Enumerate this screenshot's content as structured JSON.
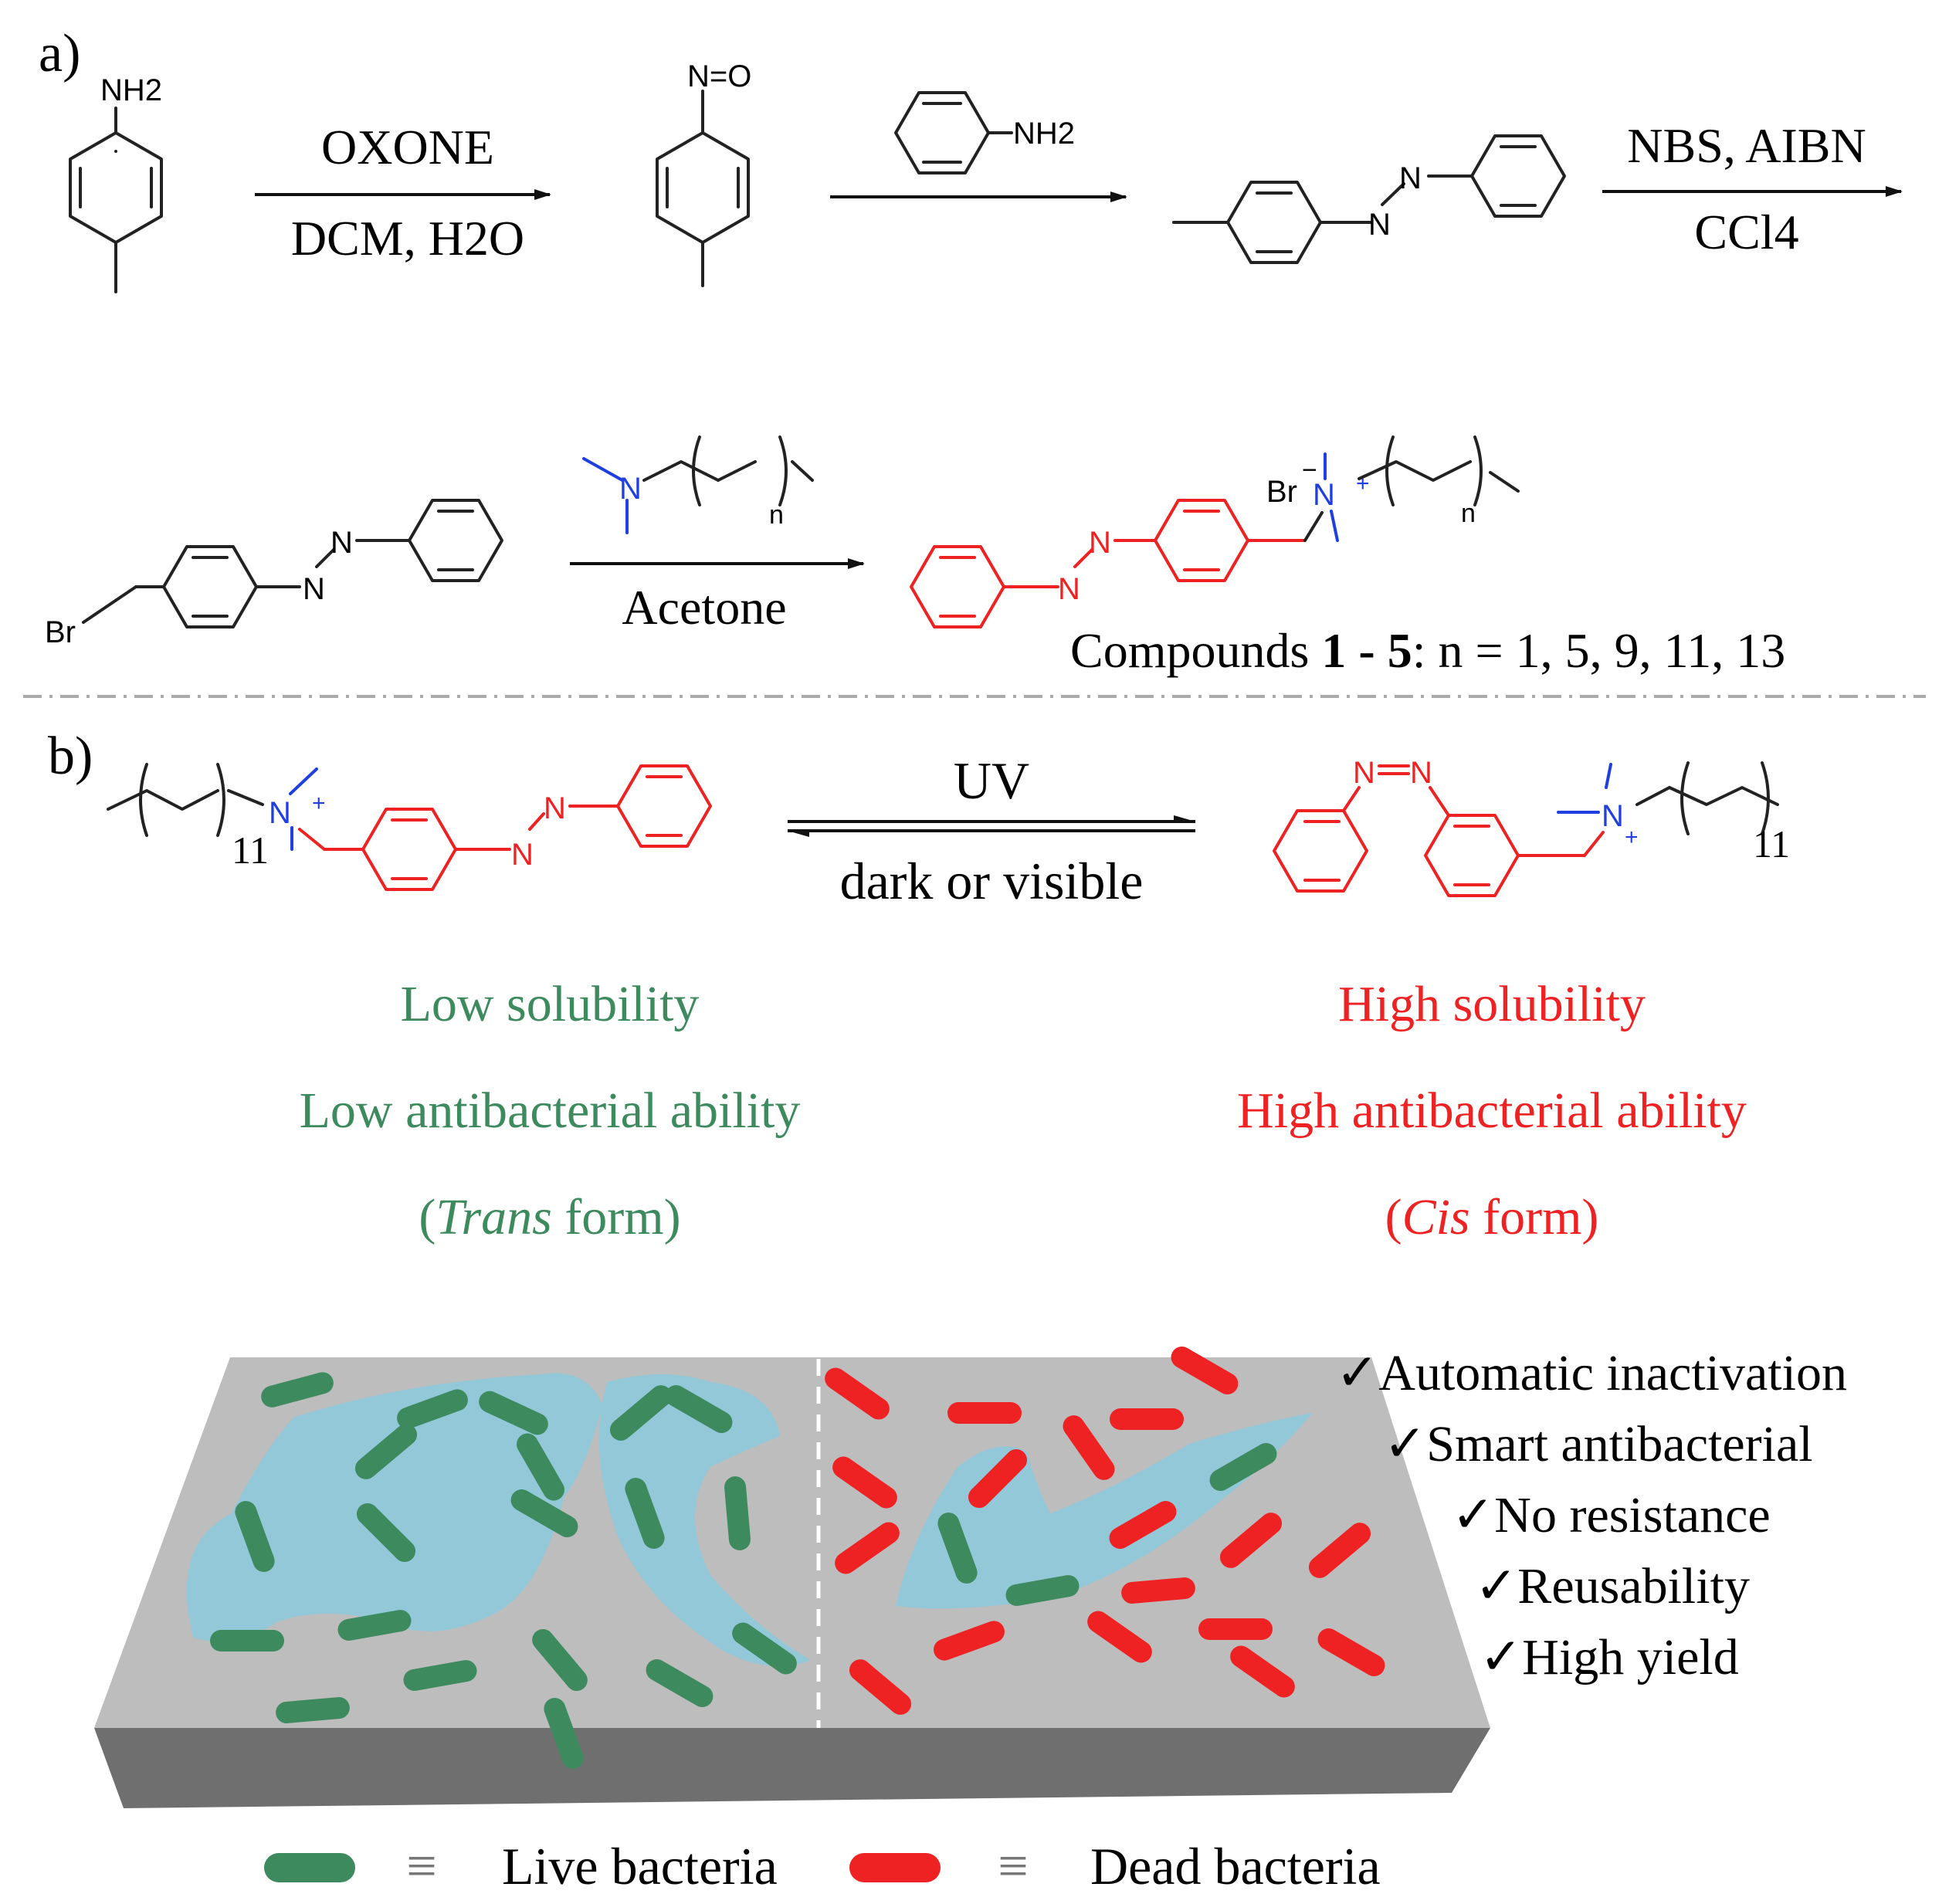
{
  "panel_a": {
    "label": "a)",
    "start_material": {
      "amine": "NH2"
    },
    "step1": {
      "reagent": "OXONE",
      "conditions": "DCM, H2O"
    },
    "nitroso_label": "N=O",
    "step2": {
      "reagent_group": "NH2"
    },
    "step3": {
      "reagent": "NBS, AIBN",
      "conditions": "CCl4"
    },
    "azo_n": "N",
    "bromide": "Br",
    "step4": {
      "conditions": "Acetone",
      "amine_n": "N",
      "subscript": "n"
    },
    "product": {
      "counterion": "Br",
      "charge_minus": "−",
      "n_plus": "N",
      "charge_plus": "+",
      "subscript": "n"
    },
    "compounds_prefix": "Compounds ",
    "compounds_bold": "1 - 5",
    "compounds_suffix": ":  n = 1, 5, 9, 11, 13"
  },
  "panel_b": {
    "label": "b)",
    "forward": "UV",
    "reverse": "dark or visible",
    "chain_n": "11",
    "trans": {
      "line1": "Low solubility",
      "line2": "Low antibacterial ability",
      "line3_open": "(",
      "line3_italic": "Trans",
      "line3_rest": " form)",
      "color": "#3d8a5e"
    },
    "cis": {
      "line1": "High solubility",
      "line2": "High antibacterial ability",
      "line3_open": "(",
      "line3_italic": "Cis",
      "line3_rest": " form)",
      "color": "#ee2222"
    },
    "checklist": [
      "Automatic inactivation",
      "Smart antibacterial",
      "No resistance",
      "Reusability",
      "High yield"
    ],
    "check_mark": "✓",
    "legend": {
      "live": "Live bacteria",
      "dead": "Dead bacteria",
      "equiv": "≡"
    }
  }
}
